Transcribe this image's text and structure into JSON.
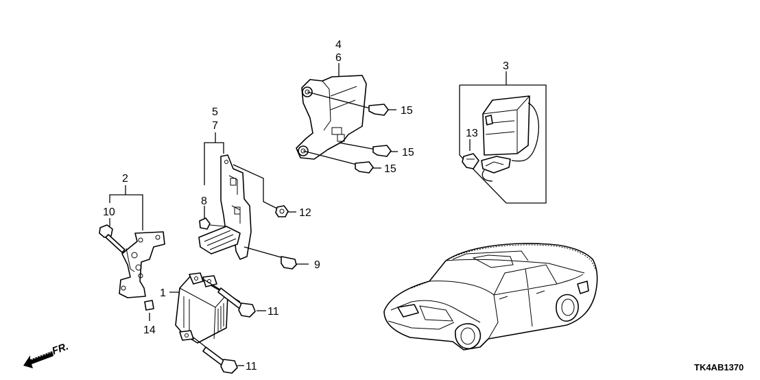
{
  "diagram_code": "TK4AB1370",
  "direction_label": "FR.",
  "callouts": {
    "c1": "1",
    "c2": "2",
    "c3": "3",
    "c4": "4",
    "c5": "5",
    "c6": "6",
    "c7": "7",
    "c8": "8",
    "c9": "9",
    "c10": "10",
    "c11a": "11",
    "c11b": "11",
    "c12": "12",
    "c13": "13",
    "c14": "14",
    "c15a": "15",
    "c15b": "15",
    "c15c": "15"
  }
}
